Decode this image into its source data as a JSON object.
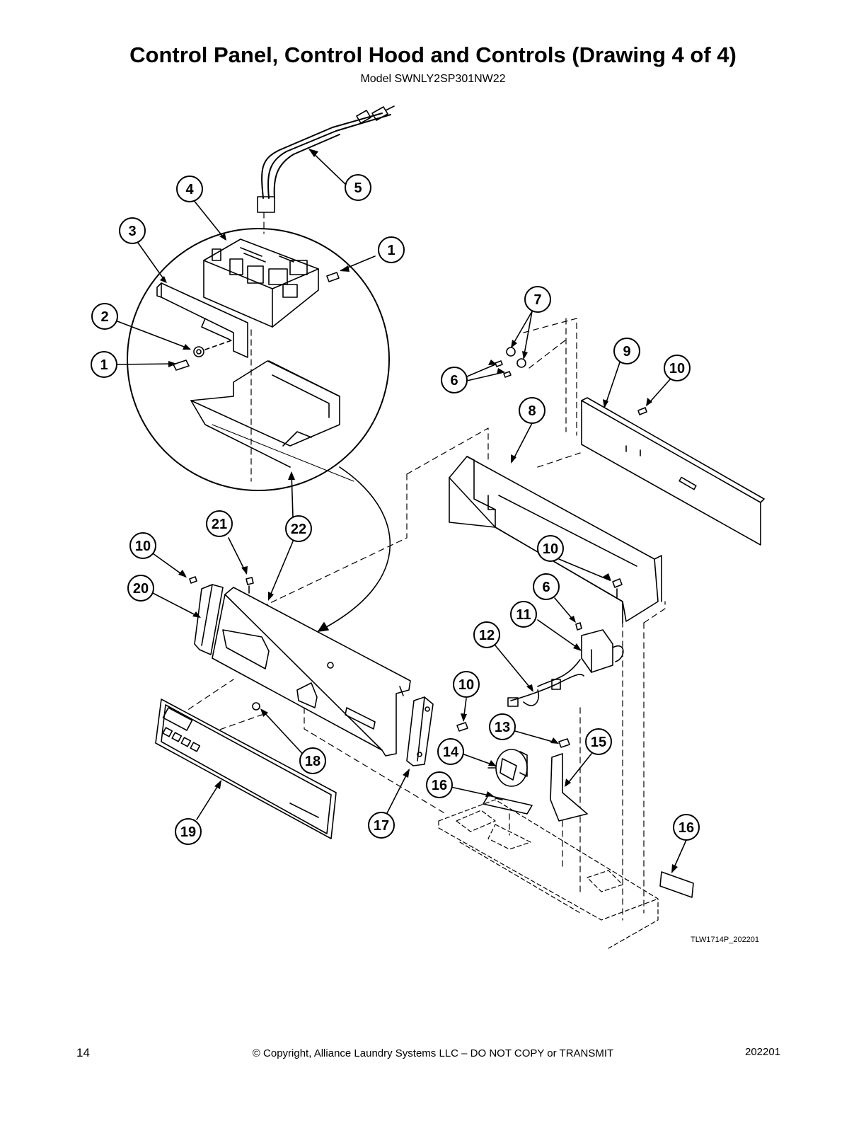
{
  "header": {
    "title": "Control Panel, Control Hood and Controls (Drawing 4 of 4)",
    "model": "Model SWNLY2SP301NW22"
  },
  "diagram": {
    "callouts": [
      "1",
      "2",
      "3",
      "4",
      "5",
      "1",
      "6",
      "7",
      "8",
      "9",
      "10",
      "21",
      "22",
      "10",
      "10",
      "20",
      "6",
      "11",
      "12",
      "10",
      "13",
      "15",
      "14",
      "18",
      "16",
      "19",
      "17",
      "16"
    ],
    "drawing_code": "TLW1714P_202201"
  },
  "footer": {
    "page_number": "14",
    "copyright": "© Copyright, Alliance Laundry Systems LLC – DO NOT COPY or TRANSMIT",
    "revision": "202201"
  }
}
